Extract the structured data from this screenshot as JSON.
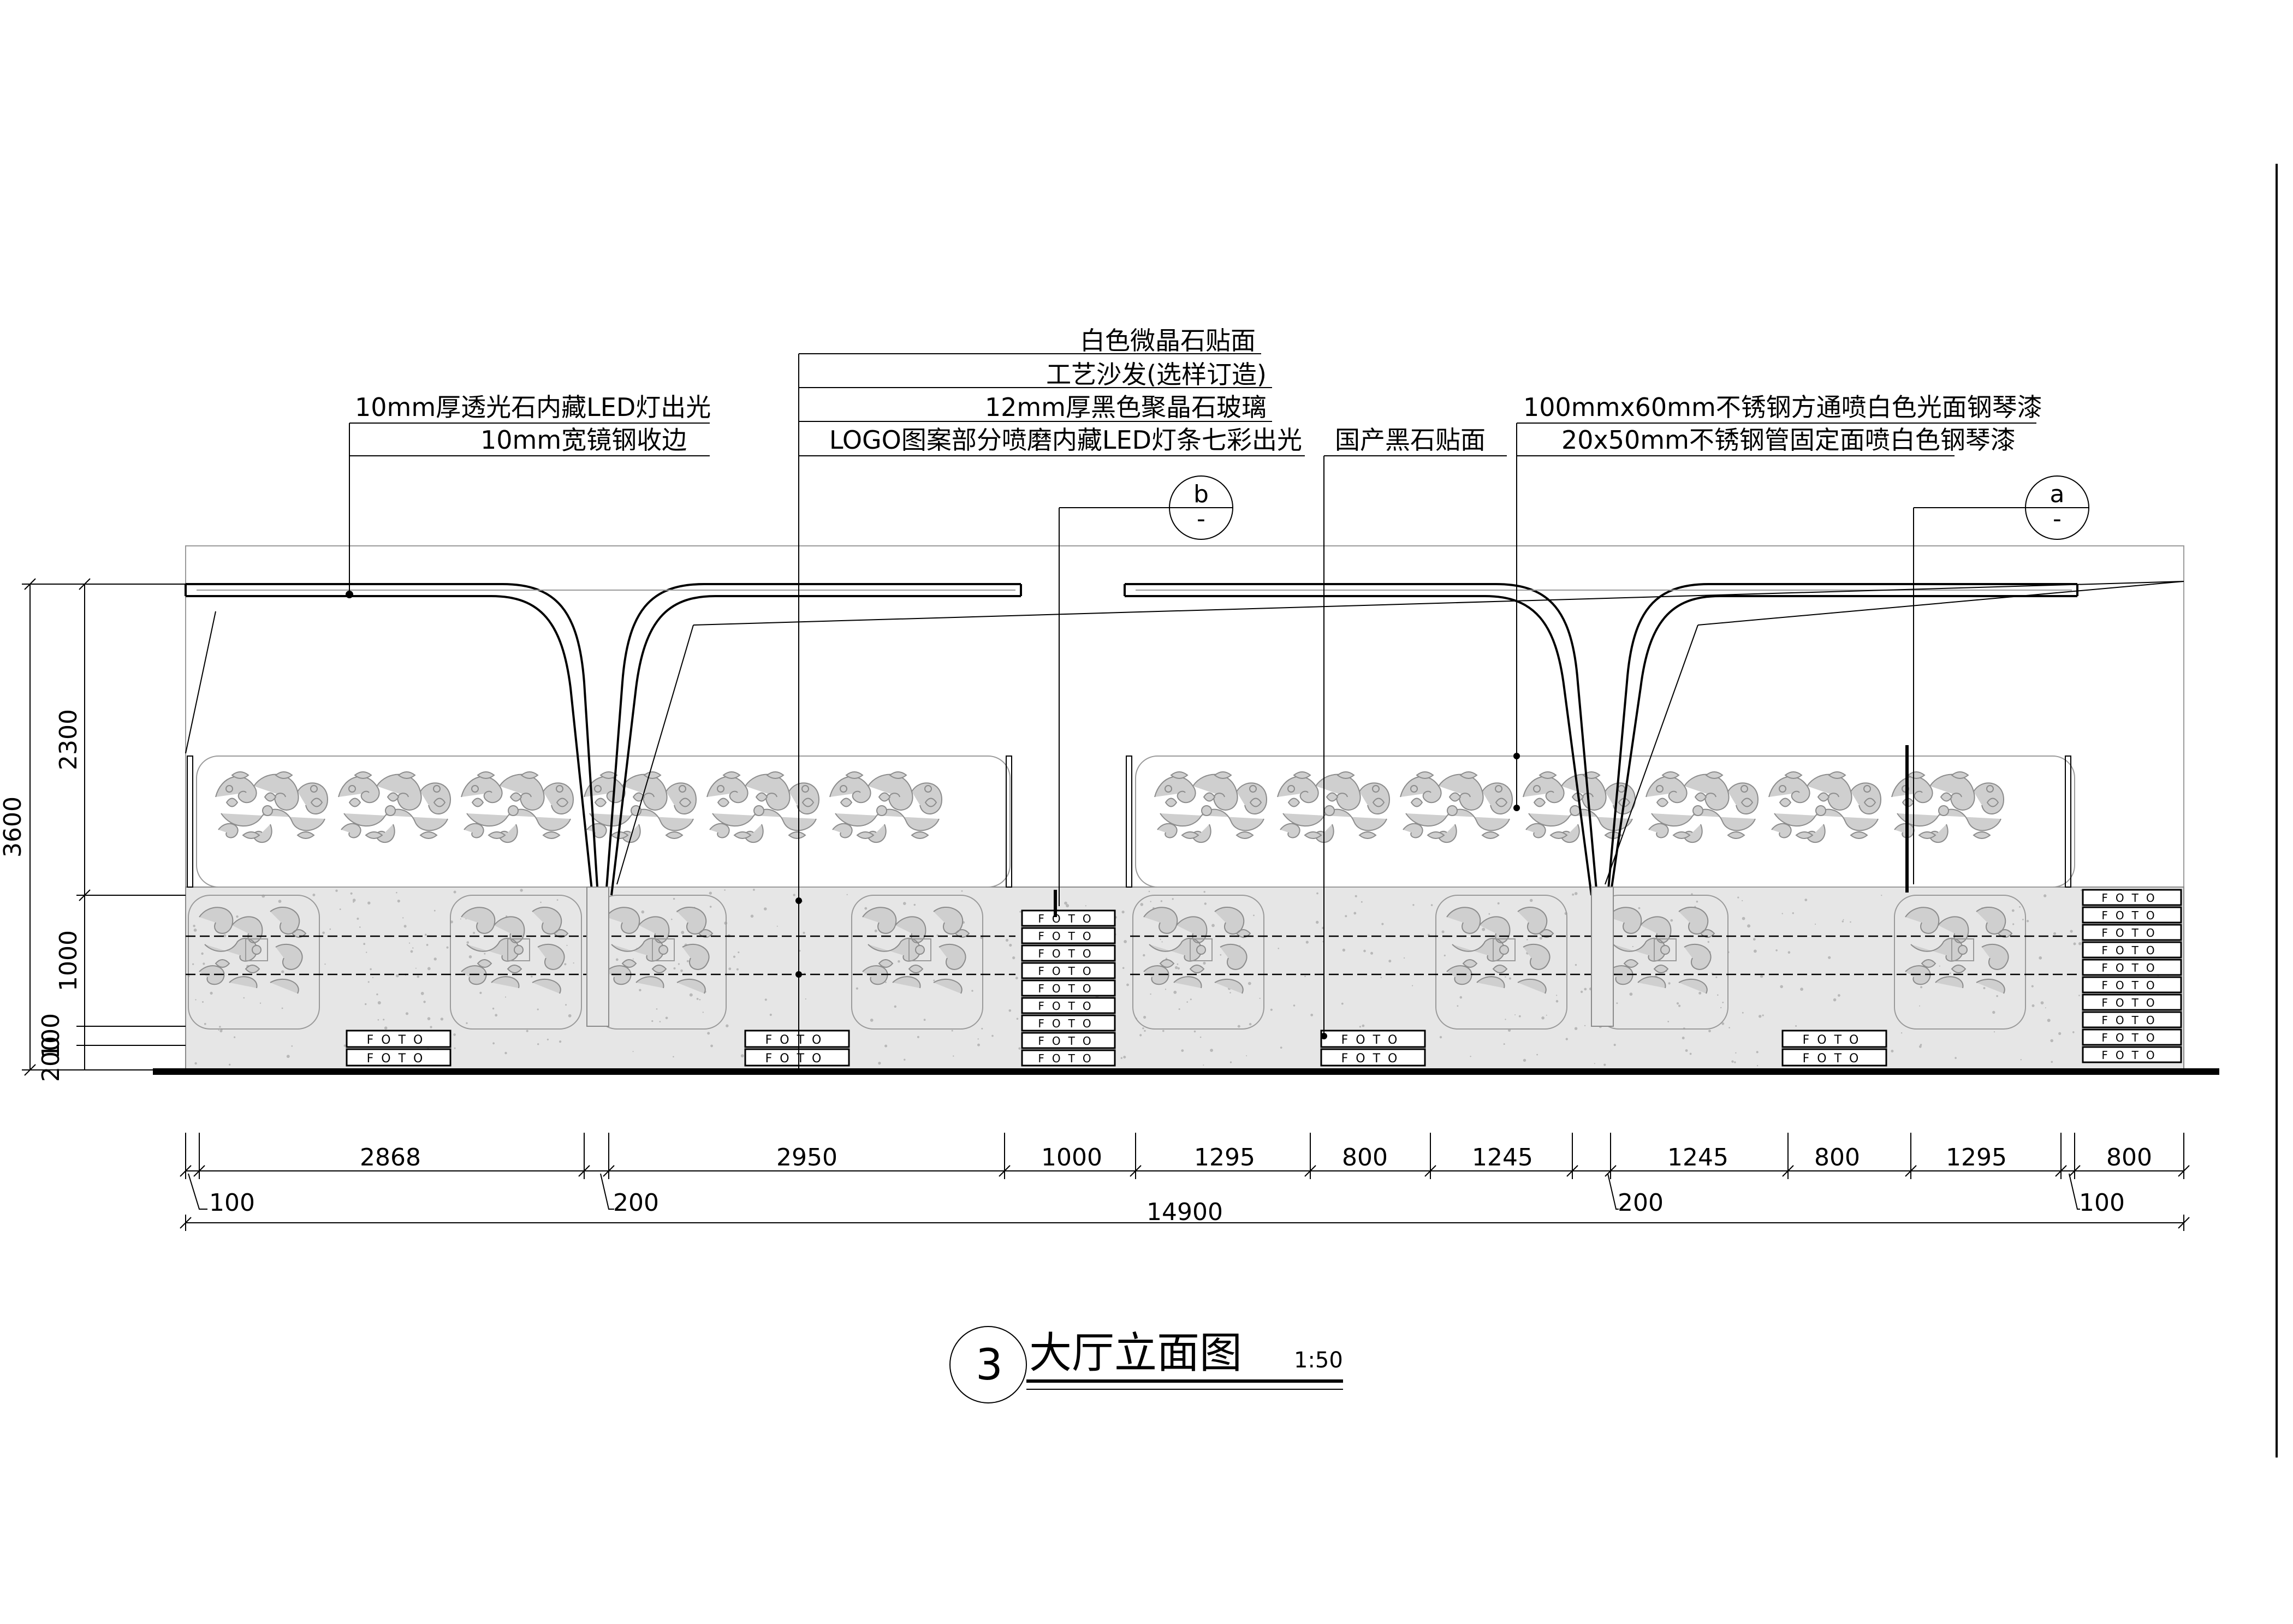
{
  "drawing": {
    "number": "3",
    "title": "大厅立面图",
    "scale": "1:50"
  },
  "callouts": {
    "left": [
      "10mm厚透光石内藏LED灯出光",
      "10mm宽镜钢收边"
    ],
    "center": [
      "白色微晶石贴面",
      "工艺沙发(选样订造)",
      "12mm厚黑色聚晶石玻璃",
      "LOGO图案部分喷磨内藏LED灯条七彩出光"
    ],
    "stone": "国产黑石贴面",
    "right": [
      "100mmx60mm不锈钢方通喷白色光面钢琴漆",
      "20x50mm不锈钢管固定面喷白色钢琴漆"
    ]
  },
  "section_marks": [
    {
      "letter": "b",
      "sub": "-"
    },
    {
      "letter": "a",
      "sub": "-"
    }
  ],
  "height_dims": {
    "total": "3600",
    "upper": "2300",
    "middle": "1000",
    "lower_a": "100",
    "lower_b": "200"
  },
  "width_dims": {
    "segments": [
      "2868",
      "2950",
      "1000",
      "1295",
      "800",
      "1245",
      "1245",
      "800",
      "1295",
      "800"
    ],
    "gaps": [
      "100",
      "200",
      "200",
      "100"
    ],
    "total": "14900"
  },
  "panel_text": "FOTO"
}
